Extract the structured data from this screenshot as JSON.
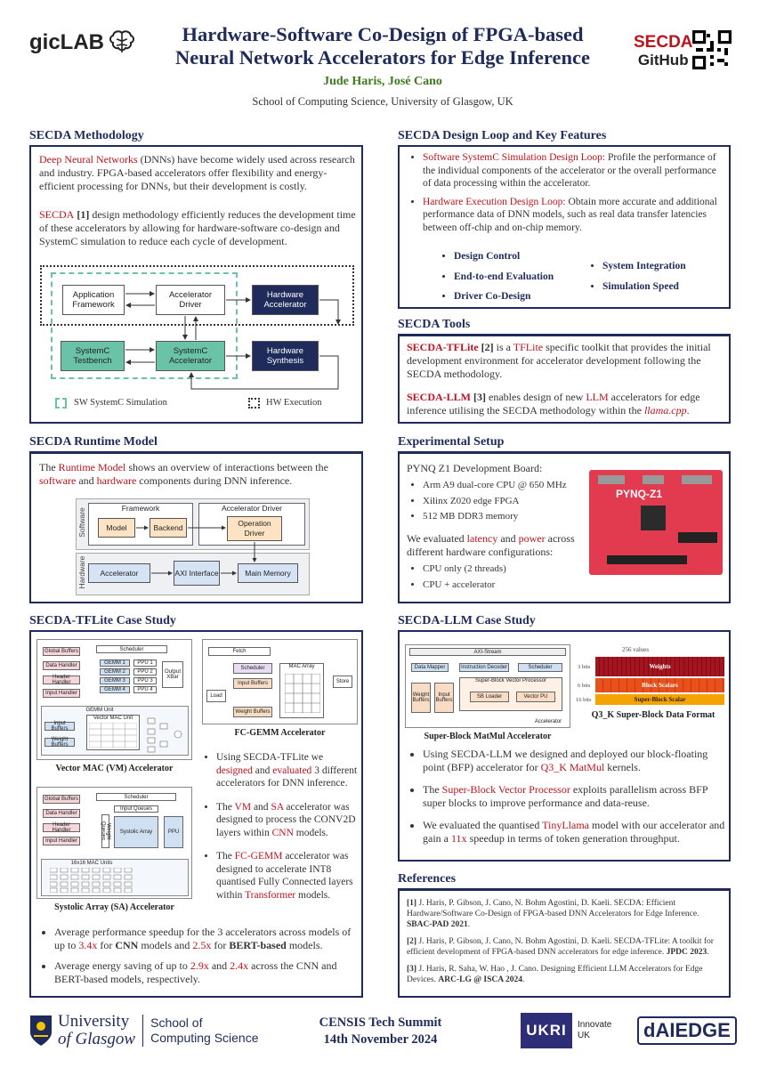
{
  "header": {
    "lab_logo": "gicLAB",
    "title_line1": "Hardware-Software Co-Design of FPGA-based",
    "title_line2": "Neural Network Accelerators for Edge Inference",
    "authors": "Jude Haris, José Cano",
    "affiliation": "School of Computing Science, University of Glasgow, UK",
    "github_logo_top": "SECDA",
    "github_logo_bottom": "GitHub"
  },
  "methodology": {
    "heading": "SECDA Methodology",
    "p1_red": "Deep Neural Networks",
    "p1_rest": " (DNNs) have become widely used across research and industry. FPGA-based accelerators offer flexibility and energy-efficient processing for DNNs, but their development is costly.",
    "p2_red": "SECDA",
    "p2_ref": " [1]",
    "p2_rest": " design methodology efficiently reduces the development time of these accelerators by allowing for hardware-software co-design and SystemC simulation to reduce each cycle of development.",
    "diagram": {
      "app": "Application Framework",
      "driver": "Accelerator Driver",
      "hwacc": "Hardware Accelerator",
      "testbench": "SystemC Testbench",
      "sysacc": "SystemC Accelerator",
      "synth": "Hardware Synthesis",
      "legend_sw": "SW SystemC Simulation",
      "legend_hw": "HW Execution"
    }
  },
  "design_loop": {
    "heading": "SECDA Design Loop and Key Features",
    "b1_red": "Software SystemC Simulation Design Loop:",
    "b1_rest": " Profile the performance of the individual components of the accelerator or the overall performance of data processing within the accelerator.",
    "b2_red": "Hardware Execution Design Loop:",
    "b2_rest": " Obtain more accurate and additional performance data of DNN models, such as  real data transfer latencies between off-chip and on-chip memory.",
    "features_left": [
      "Design Control",
      "End-to-end Evaluation",
      "Driver Co-Design"
    ],
    "features_right": [
      "System Integration",
      "Simulation Speed"
    ]
  },
  "tools": {
    "heading": "SECDA Tools",
    "t1_name": "SECDA-TFLite",
    "t1_ref": " [2]",
    "t1_mid": " is a ",
    "t1_red": "TFLite",
    "t1_rest": " specific toolkit that provides the initial development environment for accelerator development following the SECDA methodology.",
    "t2_name": "SECDA-LLM",
    "t2_ref": " [3]",
    "t2_mid": " enables design of new ",
    "t2_red": "LLM",
    "t2_rest": " accelerators for edge inference utilising the SECDA methodology within the ",
    "t2_italic": "llama.cpp",
    "t2_end": "."
  },
  "runtime": {
    "heading": "SECDA Runtime Model",
    "p_a": "The ",
    "p_red1": "Runtime Model",
    "p_b": " shows an overview of interactions between the ",
    "p_red2": "software",
    "p_c": " and ",
    "p_red3": "hardware",
    "p_d": " components during DNN inference.",
    "sw_label": "Software",
    "hw_label": "Hardware",
    "framework": "Framework",
    "acc_driver": "Accelerator Driver",
    "model": "Model",
    "backend": "Backend",
    "op_driver": "Operation Driver",
    "accelerator": "Accelerator",
    "axi": "AXI Interface",
    "main_mem": "Main Memory"
  },
  "setup": {
    "heading": "Experimental Setup",
    "board": "PYNQ Z1 Development Board:",
    "board_items": [
      "Arm A9 dual-core CPU @ 650 MHz",
      "Xilinx Z020 edge FPGA",
      "512 MB DDR3 memory"
    ],
    "eval_a": "We evaluated ",
    "eval_red1": "latency",
    "eval_b": " and ",
    "eval_red2": "power",
    "eval_c": " across different hardware configurations:",
    "configs": [
      "CPU only (2 threads)",
      "CPU + accelerator"
    ],
    "board_label": "PYNQ-Z1"
  },
  "tflite_case": {
    "heading": "SECDA-TFLite Case Study",
    "vm_caption": "Vector MAC (VM) Accelerator",
    "fc_caption": "FC-GEMM Accelerator",
    "sa_caption": "Systolic Array (SA) Accelerator",
    "vm_blocks": [
      "Global Buffers",
      "Data Handler",
      "Header Handler",
      "Input Handler",
      "Scheduler",
      "GEMM 1",
      "GEMM 2",
      "GEMM 3",
      "GEMM 4",
      "PPU 1",
      "PPU 2",
      "PPU 3",
      "PPU 4",
      "Output XBar",
      "GEMM Unit",
      "Input Buffers",
      "Weight Buffers",
      "Vector MAC Unit"
    ],
    "fc_blocks": [
      "Fetch",
      "Scheduler",
      "Input Buffers",
      "Weight Buffers",
      "MAC Array",
      "Load",
      "Store"
    ],
    "sa_blocks": [
      "Global Buffers",
      "Data Handler",
      "Header Handler",
      "Input Handler",
      "Scheduler",
      "Input Queues",
      "Weight Queues",
      "Systolic Array",
      "PPU",
      "16x16 MAC Units"
    ],
    "b1_a": "Using SECDA-TFLite we ",
    "b1_red1": "designed",
    "b1_b": " and ",
    "b1_red2": "evaluated",
    "b1_c": " 3 different accelerators for DNN inference.",
    "b2_a": "The ",
    "b2_red1": "VM",
    "b2_b": " and ",
    "b2_red2": "SA",
    "b2_c": " accelerator was designed to process the CONV2D layers within ",
    "b2_red3": "CNN",
    "b2_d": " models.",
    "b3_a": "The ",
    "b3_red1": "FC-GEMM",
    "b3_b": " accelerator was designed to accelerate INT8 quantised Fully Connected layers within ",
    "b3_red2": "Transformer",
    "b3_c": " models.",
    "s1_a": "Average performance speedup for the 3 accelerators across models of up to ",
    "s1_red1": "3.4x",
    "s1_b": " for ",
    "s1_bold1": "CNN",
    "s1_c": " models and ",
    "s1_red2": "2.5x",
    "s1_d": " for ",
    "s1_bold2": "BERT-based",
    "s1_e": " models.",
    "s2_a": "Average energy saving of up to ",
    "s2_red1": "2.9x",
    "s2_b": " and ",
    "s2_red2": "2.4x",
    "s2_c": " across the CNN and BERT-based models, respectively."
  },
  "llm_case": {
    "heading": "SECDA-LLM Case Study",
    "matmul_caption": "Super-Block MatMul Accelerator",
    "q3_caption": "Q3_K Super-Block Data Format",
    "blocks": [
      "AXI-Stream",
      "Data Mapper",
      "Instruction Decoder",
      "Scheduler",
      "Super-Block Vector Processor",
      "Weight Buffers",
      "Input Buffers",
      "SB Loader",
      "Vector PU",
      "Accelerator"
    ],
    "q3_values": "256 values",
    "q3_rows": [
      "Weights",
      "Block Scalars",
      "Super-Block Scalar"
    ],
    "q3_bits": [
      "3 bits",
      "6 bits",
      "16 bits"
    ],
    "b1_a": "Using SECDA-LLM  we designed and deployed our block-floating point (BFP) accelerator for ",
    "b1_red": "Q3_K MatMul",
    "b1_b": " kernels.",
    "b2_a": "The ",
    "b2_red": "Super-Block Vector Processor",
    "b2_b": " exploits parallelism across BFP super blocks to improve performance and data-reuse.",
    "b3_a": "We evaluated the quantised ",
    "b3_red1": "TinyLlama",
    "b3_b": " model with our accelerator and gain a ",
    "b3_red2": "11x",
    "b3_c": " speedup in terms of token generation throughput."
  },
  "references": {
    "heading": "References",
    "items": [
      {
        "num": "[1]",
        "text": " J. Haris, P. Gibson, J. Cano, N. Bohm Agostini, D. Kaeli. SECDA: Efficient Hardware/Software Co-Design of FPGA-based DNN Accelerators for Edge Inference. ",
        "venue": "SBAC-PAD 2021",
        "end": "."
      },
      {
        "num": "[2]",
        "text": " J. Haris, P. Gibson, J. Cano, N. Bohm Agostini, D. Kaeli. SECDA-TFLite: A toolkit for efficient development of FPGA-based DNN accelerators for edge inference. ",
        "venue": "JPDC 2023",
        "end": "."
      },
      {
        "num": "[3]",
        "text": " J. Haris, R. Saha, W. Hao , J. Cano. Designing Efficient LLM Accelerators for Edge Devices. ",
        "venue": "ARC-LG @ ISCA 2024",
        "end": "."
      }
    ]
  },
  "footer": {
    "uni_line1": "University",
    "uni_line2": "of Glasgow",
    "school_line1": "School of",
    "school_line2": "Computing Science",
    "event": "CENSIS Tech Summit",
    "date": "14th November 2024",
    "ukri": "UKRI",
    "innovate_line1": "Innovate",
    "innovate_line2": "UK",
    "daiedge": "dAIEDGE"
  },
  "colors": {
    "navy": "#1f2b5a",
    "red": "#c0121c",
    "green": "#6bc3a7",
    "author_green": "#3d7a1e"
  }
}
